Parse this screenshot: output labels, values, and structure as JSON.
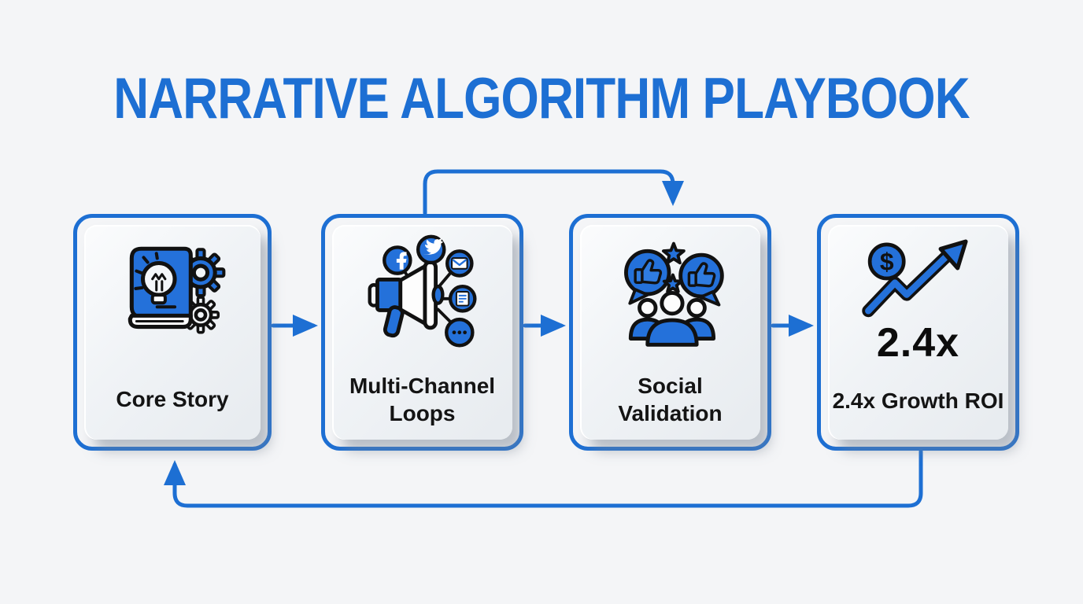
{
  "title": "NARRATIVE ALGORITHM PLAYBOOK",
  "colors": {
    "accent": "#1d6fd3",
    "icon_blue": "#2471da",
    "background": "#f4f5f7",
    "label_text": "#141414"
  },
  "steps": [
    {
      "label": "Core Story",
      "icon": "book-idea-gears-icon"
    },
    {
      "label": "Multi-Channel Loops",
      "icon": "megaphone-channels-icon"
    },
    {
      "label": "Social Validation",
      "icon": "thumbs-stars-audience-icon"
    },
    {
      "label": "2.4x Growth ROI",
      "icon": "dollar-growth-arrow-icon",
      "metric": "2.4x"
    }
  ],
  "connectors": [
    {
      "from": "Core Story",
      "to": "Multi-Channel Loops",
      "type": "arrow-right"
    },
    {
      "from": "Multi-Channel Loops",
      "to": "Social Validation",
      "type": "arrow-right"
    },
    {
      "from": "Social Validation",
      "to": "2.4x Growth ROI",
      "type": "arrow-right"
    },
    {
      "from": "Multi-Channel Loops",
      "to": "Social Validation",
      "type": "skip-arrow-over-top"
    },
    {
      "from": "2.4x Growth ROI",
      "to": "Core Story",
      "type": "feedback-loop-bottom"
    }
  ]
}
